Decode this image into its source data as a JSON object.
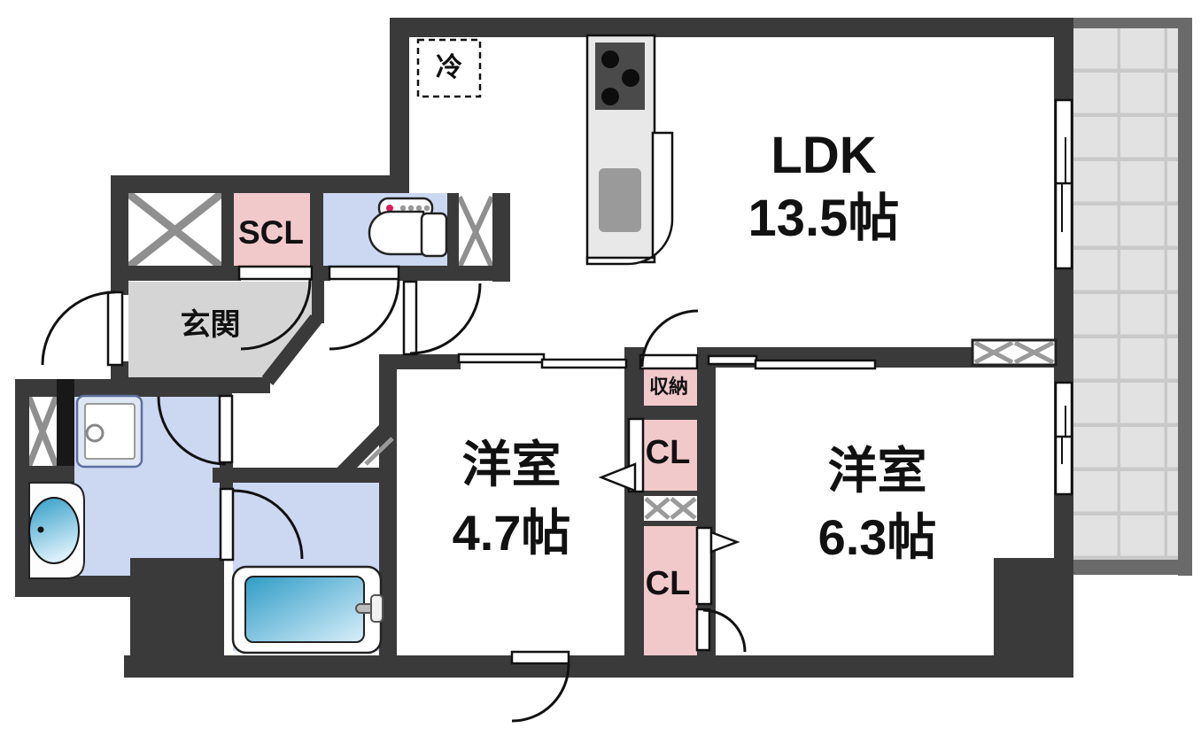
{
  "plan": {
    "type": "apartment-floor-plan",
    "rooms": {
      "ldk": {
        "label": "LDK",
        "area": "13.5帖"
      },
      "bedroom_center": {
        "label": "洋室",
        "area": "4.7帖"
      },
      "bedroom_right": {
        "label": "洋室",
        "area": "6.3帖"
      },
      "entrance": {
        "label": "玄関"
      },
      "shoe_closet": {
        "label": "SCL"
      },
      "storage": {
        "label": "収納"
      },
      "closet_upper": {
        "label": "CL"
      },
      "closet_lower": {
        "label": "CL"
      },
      "refrigerator_space": {
        "label": "冷"
      }
    },
    "fixtures": [
      "kitchen-counter",
      "stove-burners",
      "kitchen-sink",
      "refrigerator-space",
      "toilet",
      "wash-basin",
      "washing-machine-pan",
      "bathtub",
      "balcony"
    ],
    "colors": {
      "wall": "#3a3a3a",
      "closet_pink": "#f2c9cb",
      "wet_area_blue": "#ccd8f2",
      "entrance_gray": "#d5d5d5",
      "balcony_tile": "#e2e2e2",
      "balcony_grid": "#c9c9c9",
      "balcony_frame": "#6a6a6a",
      "hatch": "#8f8f8f",
      "bathtub_dark": "#2f9cc6",
      "bathtub_light": "#d9effa",
      "toilet_button_red": "#e8195a"
    }
  }
}
